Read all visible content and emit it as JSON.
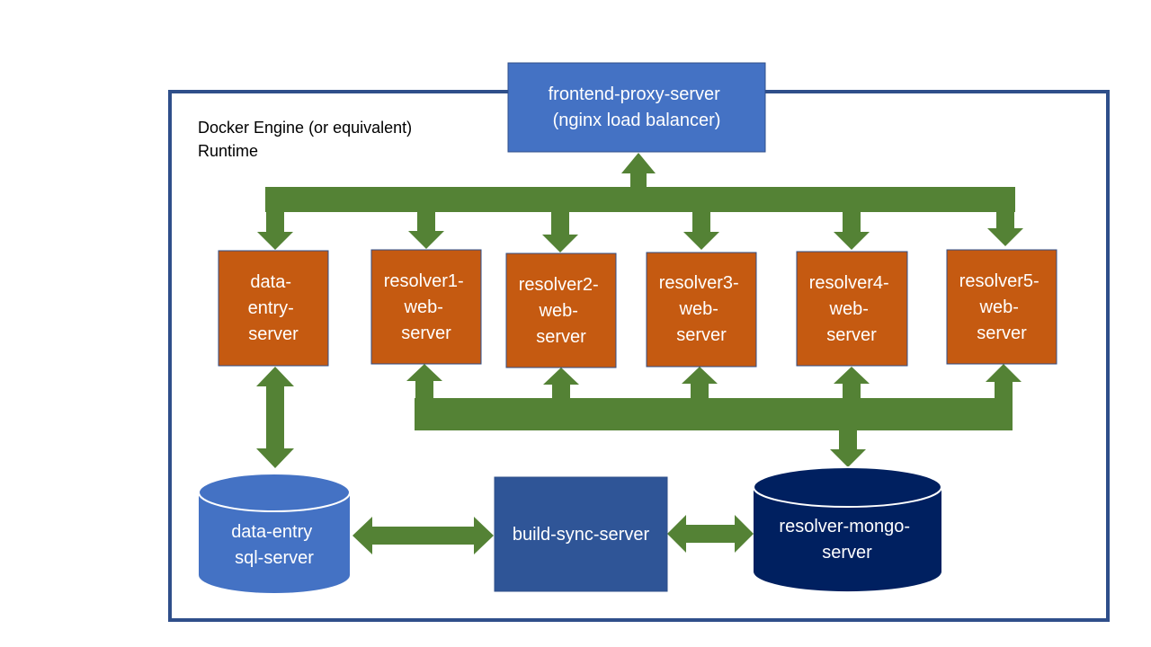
{
  "runtime": {
    "label_lines": [
      "Docker Engine (or equivalent)",
      "Runtime"
    ]
  },
  "nodes": {
    "proxy": {
      "lines": [
        "frontend-proxy-server",
        "(nginx load balancer)"
      ]
    },
    "data_entry_server": {
      "lines": [
        "data-",
        "entry-",
        "server"
      ]
    },
    "resolver1": {
      "lines": [
        "resolver1-",
        "web-",
        "server"
      ]
    },
    "resolver2": {
      "lines": [
        "resolver2-",
        "web-",
        "server"
      ]
    },
    "resolver3": {
      "lines": [
        "resolver3-",
        "web-",
        "server"
      ]
    },
    "resolver4": {
      "lines": [
        "resolver4-",
        "web-",
        "server"
      ]
    },
    "resolver5": {
      "lines": [
        "resolver5-",
        "web-",
        "server"
      ]
    },
    "sql": {
      "lines": [
        "data-entry",
        "sql-server"
      ]
    },
    "build_sync": {
      "lines": [
        "build-sync-server"
      ]
    },
    "mongo": {
      "lines": [
        "resolver-mongo-",
        "server"
      ]
    }
  },
  "colors": {
    "frame": "#2F4F8A",
    "proxy": "#4472C4",
    "server": "#C55A11",
    "arrow": "#548235",
    "sql": "#4472C4",
    "build_sync": "#2F5597",
    "mongo": "#002060"
  }
}
